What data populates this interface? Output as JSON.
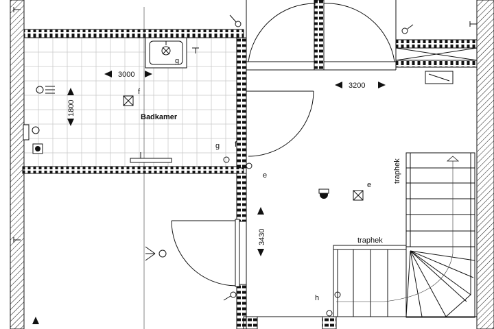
{
  "rooms": {
    "bathroom": "Badkamer"
  },
  "dimensions": {
    "bath_width": "3000",
    "bath_height": "1800",
    "hall_width": "3200",
    "hall_height": "3430"
  },
  "labels": {
    "stair_vertical": "traphek",
    "stair_horizontal": "traphek"
  },
  "symbols": {
    "g1": "g",
    "f1": "f",
    "g2": "g",
    "f2": "f",
    "e1": "e",
    "e2": "e",
    "h1": "h"
  }
}
